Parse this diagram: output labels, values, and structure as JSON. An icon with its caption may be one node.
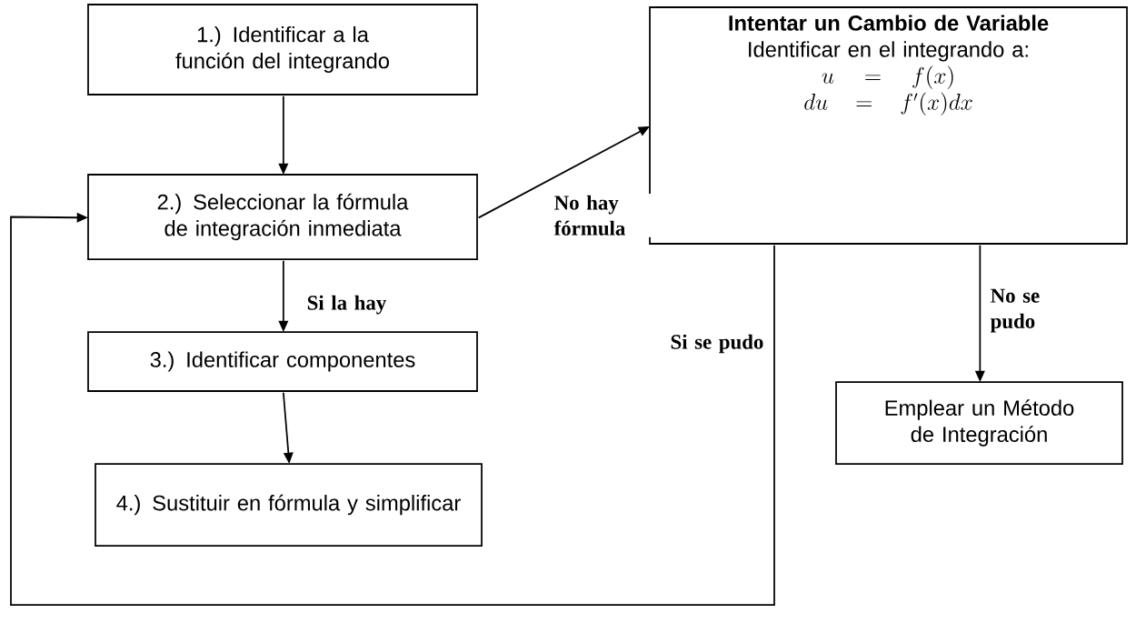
{
  "diagram": {
    "nodes": [
      {
        "text": [
          "1.) Identificar a la función del integrando"
        ]
      },
      {
        "text": [
          "2.) Seleccionar la fórmula de integración inmediata"
        ]
      },
      {
        "text": [
          "3.) Identificar componentes"
        ]
      },
      {
        "text": [
          "4.) Sustituir en fórmula y simplificar"
        ]
      },
      {
        "text": [
          "Intentar un Cambio de Variable",
          "Identificar en el integrando a:",
          "u = f(x)",
          "du = f'(x)dx"
        ]
      },
      {
        "text": [
          "Emplear un Método de Integración"
        ]
      }
    ],
    "edges": [
      {
        "from": 0,
        "to": 1,
        "arrow": "to"
      },
      {
        "from": 1,
        "to": 4,
        "arrow": "to",
        "label": "No hay fórmula"
      },
      {
        "from": 1,
        "to": 2,
        "arrow": "to",
        "label": "Si la hay"
      },
      {
        "from": 2,
        "to": 3,
        "arrow": "to"
      },
      {
        "from": 4,
        "to": 1,
        "arrow": "to",
        "label": "Si se pudo"
      },
      {
        "from": 4,
        "to": 5,
        "arrow": "to",
        "label": "No se pudo"
      }
    ]
  }
}
